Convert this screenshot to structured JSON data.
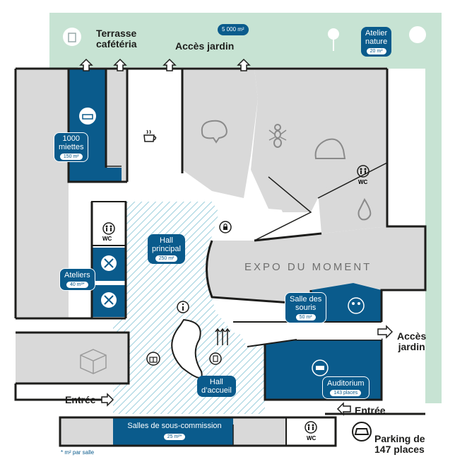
{
  "garden": {
    "terrace": "Terrasse\ncafétéria",
    "acces_top": "Accès jardin",
    "area_badge": "5 000 m²",
    "atelier_nature": {
      "name": "Atelier\nnature",
      "area": "20 m²"
    }
  },
  "rooms": {
    "mille_miettes": {
      "name": "1000\nmiettes",
      "area": "150 m²"
    },
    "hall_principal": {
      "name": "Hall\nprincipal",
      "area": "250 m²"
    },
    "ateliers": {
      "name": "Ateliers",
      "area": "40 m²*"
    },
    "salle_souris": {
      "name": "Salle des\nsouris",
      "area": "50 m²"
    },
    "auditorium": {
      "name": "Auditorium",
      "area": "143 places"
    },
    "hall_accueil": {
      "name": "Hall\nd’accueil"
    },
    "sous_commission": {
      "name": "Salles de sous-commission",
      "area": "25 m²*"
    },
    "expo": "EXPO DU MOMENT"
  },
  "wc_labels": [
    "WC",
    "WC",
    "WC"
  ],
  "labels": {
    "acces_right": "Accès\njardin",
    "entree_left": "Entrée",
    "entree_right": "Entrée",
    "parking": "Parking de\n147 places",
    "footnote": "* m² par salle"
  },
  "colors": {
    "blue": "#0a5b8c",
    "grey": "#d9d9d9",
    "green": "#c7e3d3",
    "hatch": "#8fc6d8"
  }
}
